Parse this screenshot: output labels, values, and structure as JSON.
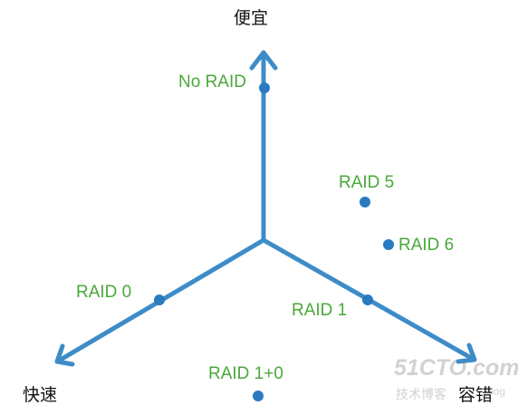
{
  "axes": {
    "top_label": "便宜",
    "left_label": "快速",
    "right_label": "容错"
  },
  "points": [
    {
      "id": "no-raid",
      "label": "No RAID"
    },
    {
      "id": "raid-5",
      "label": "RAID 5"
    },
    {
      "id": "raid-6",
      "label": "RAID 6"
    },
    {
      "id": "raid-0",
      "label": "RAID 0"
    },
    {
      "id": "raid-1",
      "label": "RAID 1"
    },
    {
      "id": "raid-10",
      "label": "RAID 1+0"
    }
  ],
  "watermark": {
    "brand": "51CTO.com",
    "tagline": "技术博客",
    "suffix": "Blog"
  },
  "colors": {
    "arrow": "#3d8cc8",
    "dot": "#2a7ac1",
    "label": "#4aa83a",
    "axis_text": "#111111",
    "watermark": "#d2d2d2"
  }
}
